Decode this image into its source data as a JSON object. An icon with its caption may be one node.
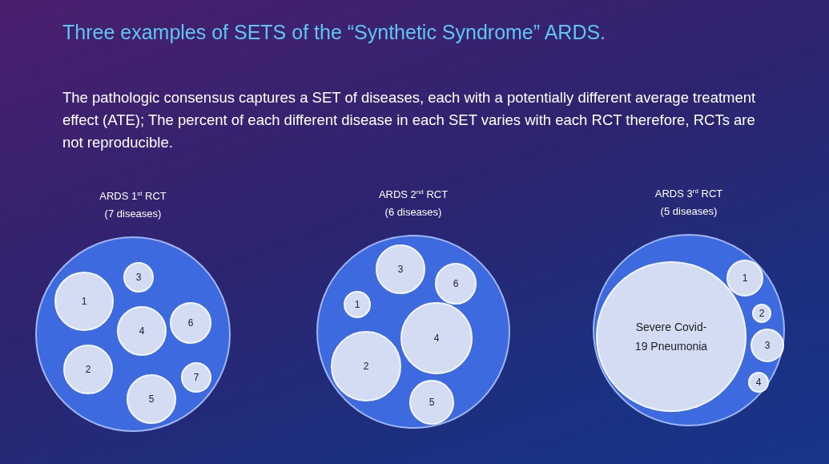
{
  "diagram": {
    "title": "Three examples of SETS of the “Synthetic Syndrome” ARDS.",
    "nodes": [
      {
        "text": [
          "ARDS 1$^{st}$ RCT",
          "(7 diseases)"
        ]
      },
      {
        "text": [
          "1"
        ],
        "in": 0
      },
      {
        "text": [
          "3"
        ],
        "in": 0
      },
      {
        "text": [
          "4"
        ],
        "in": 0
      },
      {
        "text": [
          "6"
        ],
        "in": 0
      },
      {
        "text": [
          "2"
        ],
        "in": 0
      },
      {
        "text": [
          "7"
        ],
        "in": 0
      },
      {
        "text": [
          "5"
        ],
        "in": 0
      },
      {
        "text": [
          "ARDS 2$^{nd}$ RCT",
          "(6 diseases)"
        ]
      },
      {
        "text": [
          "3"
        ],
        "in": 8
      },
      {
        "text": [
          "6"
        ],
        "in": 8
      },
      {
        "text": [
          "1"
        ],
        "in": 8
      },
      {
        "text": [
          "4"
        ],
        "in": 8
      },
      {
        "text": [
          "2"
        ],
        "in": 8
      },
      {
        "text": [
          "5"
        ],
        "in": 8
      },
      {
        "text": [
          "ARDS 3$^{rd}$ RCT",
          "(5 diseases)"
        ]
      },
      {
        "text": [
          "Severe Covid-19 Pneumonia"
        ],
        "in": 15
      },
      {
        "text": [
          "1"
        ],
        "in": 15
      },
      {
        "text": [
          "2"
        ],
        "in": 15
      },
      {
        "text": [
          "3"
        ],
        "in": 15
      },
      {
        "text": [
          "4"
        ],
        "in": 15
      }
    ],
    "edges": [],
    "labels": [
      "The pathologic consensus captures a SET of diseases, each with a potentially different average treatment effect (ATE); The percent of each different disease in each SET varies with each RCT therefore, RCTs are not reproducible."
    ]
  }
}
